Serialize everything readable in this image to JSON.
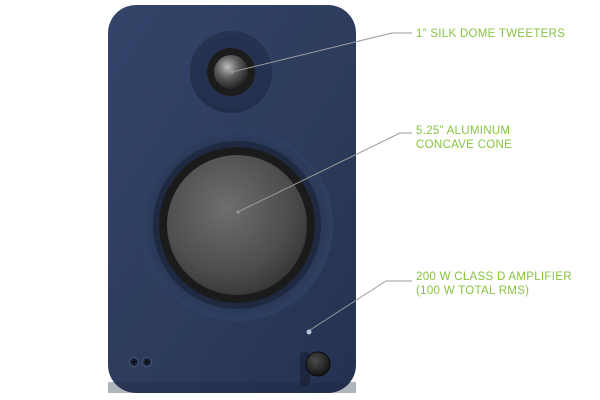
{
  "colors": {
    "speaker_body": "#2d3c5c",
    "leader_line": "#9a9a9a",
    "label_text": "#86c440"
  },
  "callouts": {
    "tweeter": {
      "lines": [
        "1” SILK DOME TWEETERS"
      ]
    },
    "woofer": {
      "lines": [
        "5.25” ALUMINUM",
        "CONCAVE CONE"
      ]
    },
    "amplifier": {
      "lines": [
        "200 W CLASS D AMPLIFIER",
        "(100 W TOTAL RMS)"
      ]
    }
  },
  "icons": {
    "status_led": "led-indicator-icon",
    "inputs": "audio-jack-icon",
    "knob": "volume-knob-icon"
  }
}
